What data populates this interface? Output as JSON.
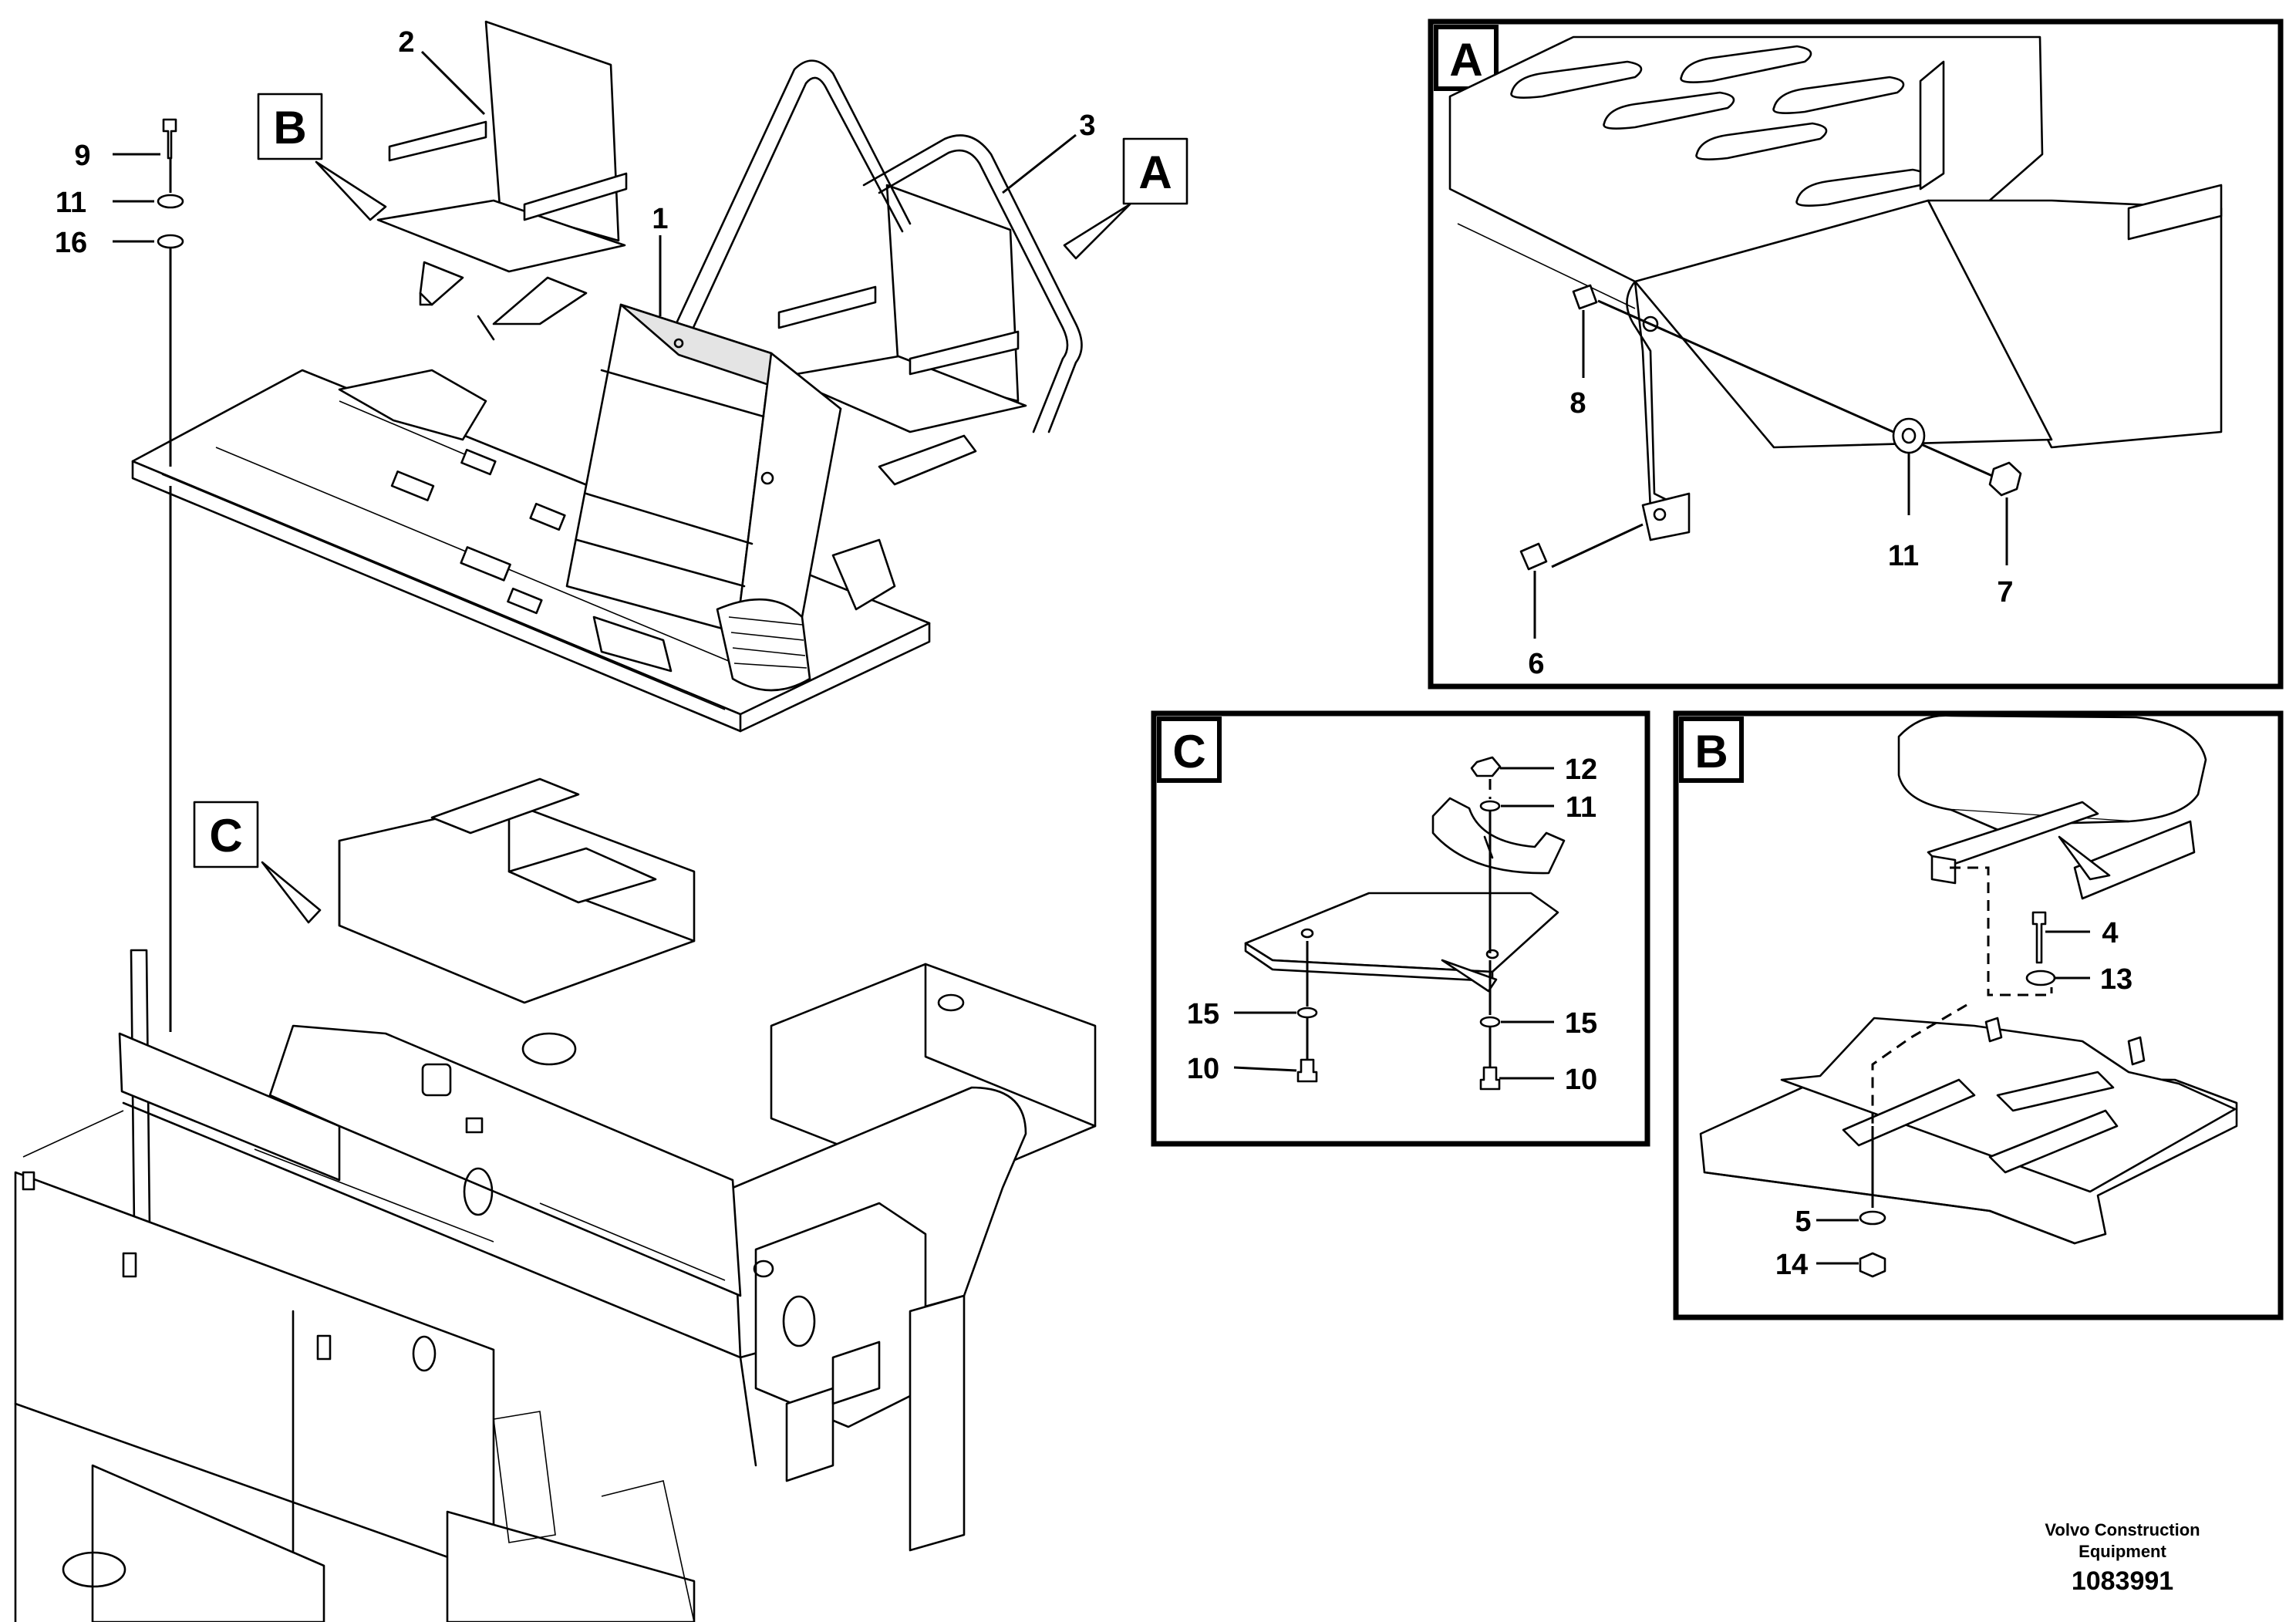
{
  "callouts": {
    "main_1": "1",
    "main_2": "2",
    "main_3": "3",
    "main_9": "9",
    "main_11": "11",
    "main_16": "16",
    "a_8": "8",
    "a_11": "11",
    "a_7": "7",
    "a_6": "6",
    "c_12": "12",
    "c_11": "11",
    "c_15_left": "15",
    "c_15_right": "15",
    "c_10_left": "10",
    "c_10_right": "10",
    "b_4": "4",
    "b_13": "13",
    "b_5": "5",
    "b_14": "14"
  },
  "view_labels": {
    "main_b": "B",
    "main_a": "A",
    "main_c": "C",
    "detail_a": "A",
    "detail_c": "C",
    "detail_b": "B"
  },
  "footer": {
    "company_line1": "Volvo Construction",
    "company_line2": "Equipment",
    "drawing_number": "1083991"
  }
}
